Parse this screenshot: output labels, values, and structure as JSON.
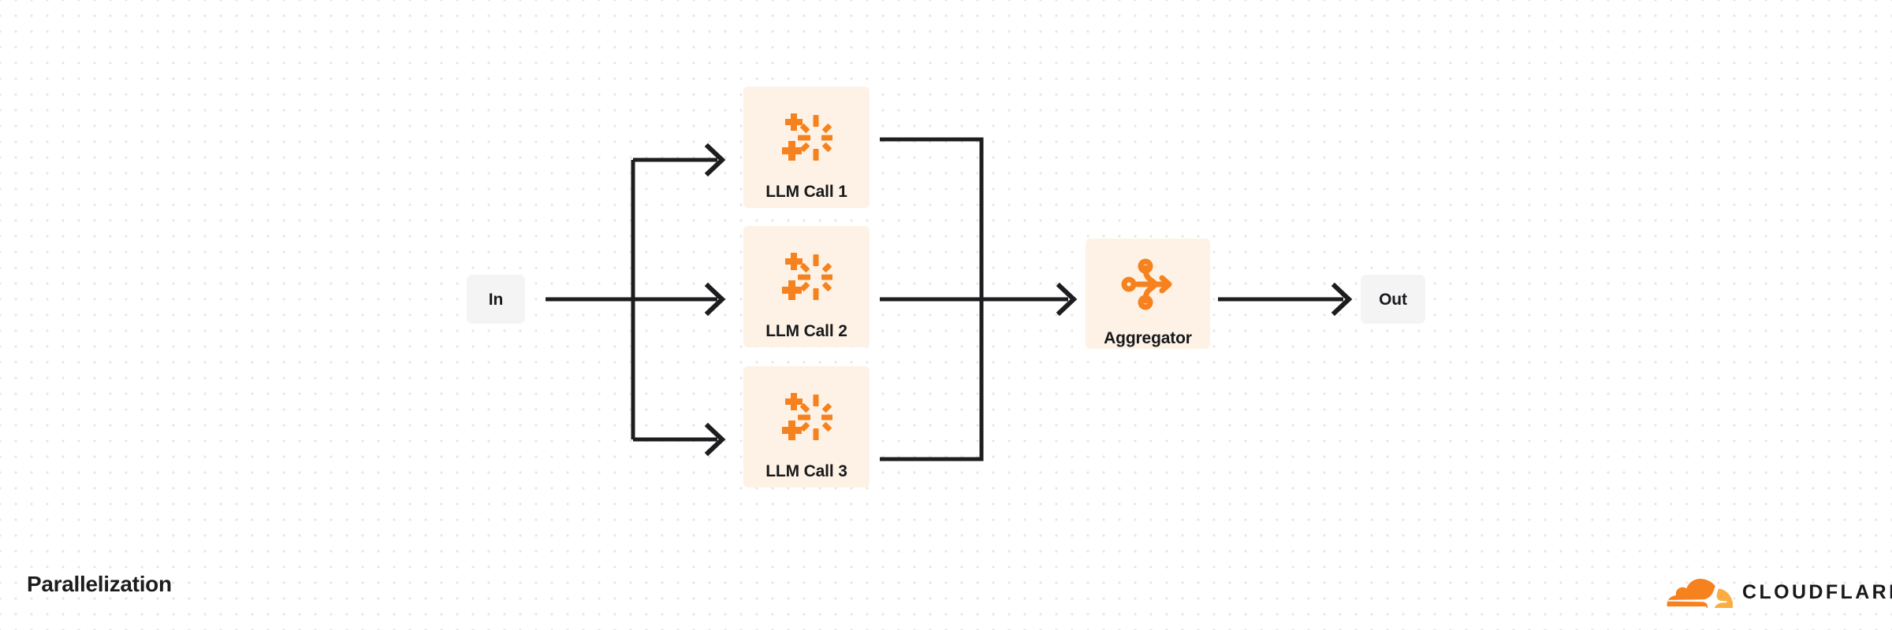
{
  "figure": {
    "title": "Parallelization",
    "background": "#ffffff",
    "grid_dot_color": "#e6e6e6"
  },
  "palette": {
    "card_bg": "#fdf2e5",
    "io_bg": "#f4f4f5",
    "icon_orange": "#f6821f",
    "wire": "#1d1d1f",
    "text": "#17191c",
    "logo_orange_dark": "#f6821f",
    "logo_orange_light": "#fbad41"
  },
  "nodes": {
    "input": {
      "label": "In",
      "type": "io"
    },
    "output": {
      "label": "Out",
      "type": "io"
    },
    "branches": [
      {
        "label": "LLM Call 1",
        "icon": "ai-sparkle-icon"
      },
      {
        "label": "LLM Call 2",
        "icon": "ai-sparkle-icon"
      },
      {
        "label": "LLM Call 3",
        "icon": "ai-sparkle-icon"
      }
    ],
    "aggregator": {
      "label": "Aggregator",
      "icon": "aggregator-merge-icon"
    }
  },
  "edges": [
    {
      "from": "In",
      "to": "LLM Call 1"
    },
    {
      "from": "In",
      "to": "LLM Call 2"
    },
    {
      "from": "In",
      "to": "LLM Call 3"
    },
    {
      "from": "LLM Call 1",
      "to": "Aggregator"
    },
    {
      "from": "LLM Call 2",
      "to": "Aggregator"
    },
    {
      "from": "LLM Call 3",
      "to": "Aggregator"
    },
    {
      "from": "Aggregator",
      "to": "Out"
    }
  ],
  "brand": {
    "wordmark": "CLOUDFLARE",
    "mark": "cloudflare-cloud-icon"
  }
}
